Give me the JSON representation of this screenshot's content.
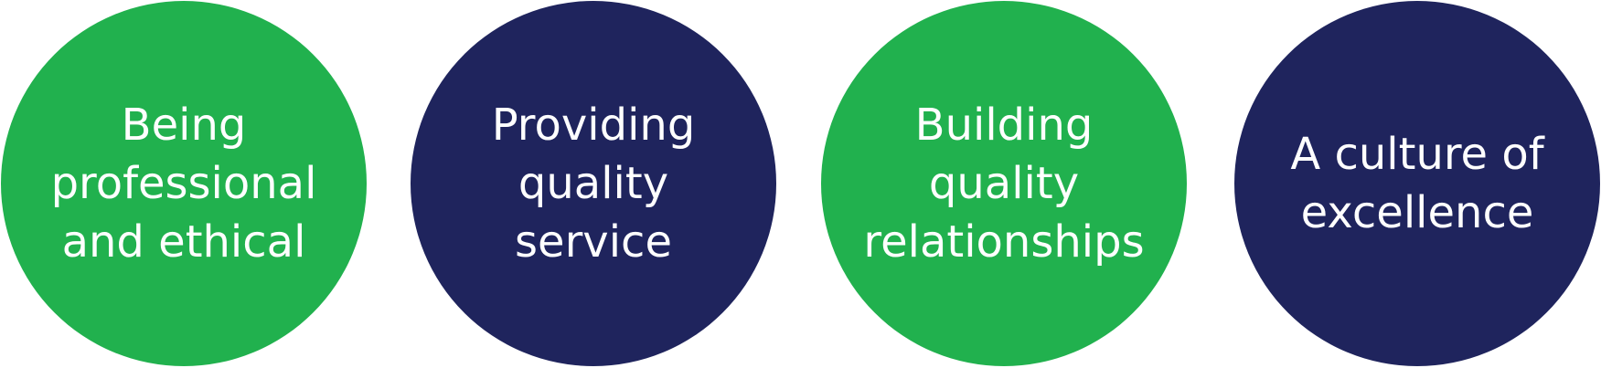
{
  "colors": {
    "green": "#21b14e",
    "navy": "#1f245d",
    "text": "#ffffff",
    "background": "#ffffff"
  },
  "circles": [
    {
      "color": "#21b14e",
      "lines": [
        "Being",
        "professional",
        "and ethical"
      ]
    },
    {
      "color": "#1f245d",
      "lines": [
        "Providing",
        "quality",
        "service"
      ]
    },
    {
      "color": "#21b14e",
      "lines": [
        "Building",
        "quality",
        "relationships"
      ]
    },
    {
      "color": "#1f245d",
      "lines": [
        "A culture of",
        "excellence"
      ]
    }
  ]
}
